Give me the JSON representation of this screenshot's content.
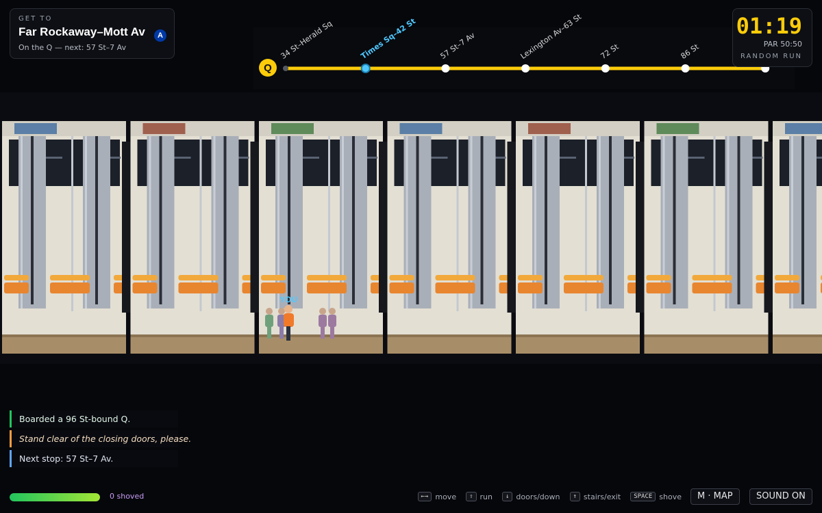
{
  "objective": {
    "kicker": "GET TO",
    "destination": "Far Rockaway–Mott Av",
    "destination_route": "A",
    "status": "On the Q — next: 57 St–7 Av"
  },
  "timer": {
    "clock": "01:19",
    "par": "PAR 50:50",
    "mode": "RANDOM RUN"
  },
  "line": {
    "route": "Q",
    "route_color": "#fccc0a",
    "current_stop_index": 1,
    "stops": [
      "34 St–Herald Sq",
      "Times Sq–42 St",
      "57 St–7 Av",
      "Lexington Av–63 St",
      "72 St",
      "86 St",
      ""
    ]
  },
  "train": {
    "car_count": 7,
    "player_label": "YOU",
    "sign_colors": [
      "#5b7fa6",
      "#a0604e",
      "#5f8a5a",
      "#5b7fa6",
      "#a0604e",
      "#5f8a5a",
      "#5b7fa6"
    ]
  },
  "log": [
    {
      "text": "Boarded a 96 St-bound Q.",
      "color": "#22c55e"
    },
    {
      "text": "Stand clear of the closing doors, please.",
      "color": "#f59e42"
    },
    {
      "text": "Next stop: 57 St–7 Av.",
      "color": "#60a5fa"
    }
  ],
  "hud": {
    "stamina_fraction": 1.0,
    "shoved_text": "0 shoved",
    "controls": [
      {
        "key": "←→",
        "label": "move",
        "icon": "arrow-left-right-icon"
      },
      {
        "key": "⇧",
        "label": "run",
        "icon": "shift-icon"
      },
      {
        "key": "↓",
        "label": "doors/down",
        "icon": "arrow-down-icon"
      },
      {
        "key": "↑",
        "label": "stairs/exit",
        "icon": "arrow-up-icon"
      },
      {
        "key": "SPACE",
        "label": "shove",
        "icon": "space-key-icon"
      }
    ],
    "map_button": "M · MAP",
    "sound_button": "SOUND ON"
  }
}
